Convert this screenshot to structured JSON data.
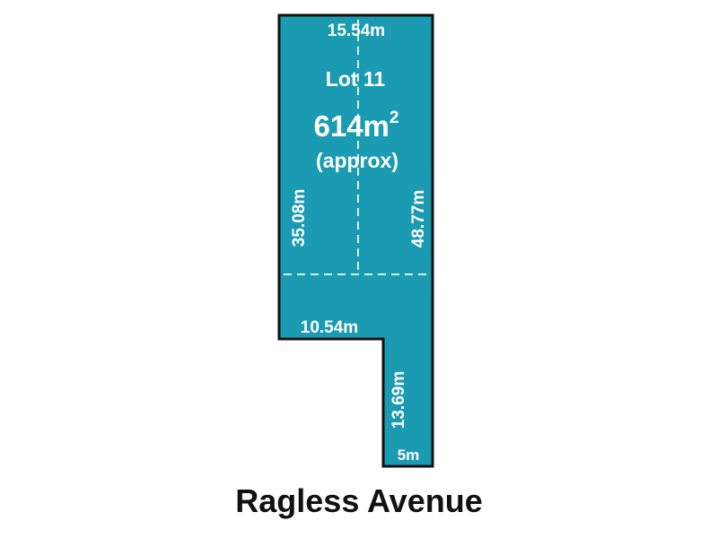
{
  "lot": {
    "name": "Lot 11",
    "area_number": "614m",
    "area_sup": "2",
    "area_note": "(approx)"
  },
  "dimensions": {
    "top": "15.54m",
    "left_side": "35.08m",
    "right_side": "48.77m",
    "step": "10.54m",
    "handle_side": "13.69m",
    "frontage": "5m"
  },
  "street": "Ragless Avenue",
  "colors": {
    "lot_fill": "#1a9bb2",
    "outline": "#111111",
    "label": "#ffffff",
    "dashed": "#d6eef3"
  }
}
